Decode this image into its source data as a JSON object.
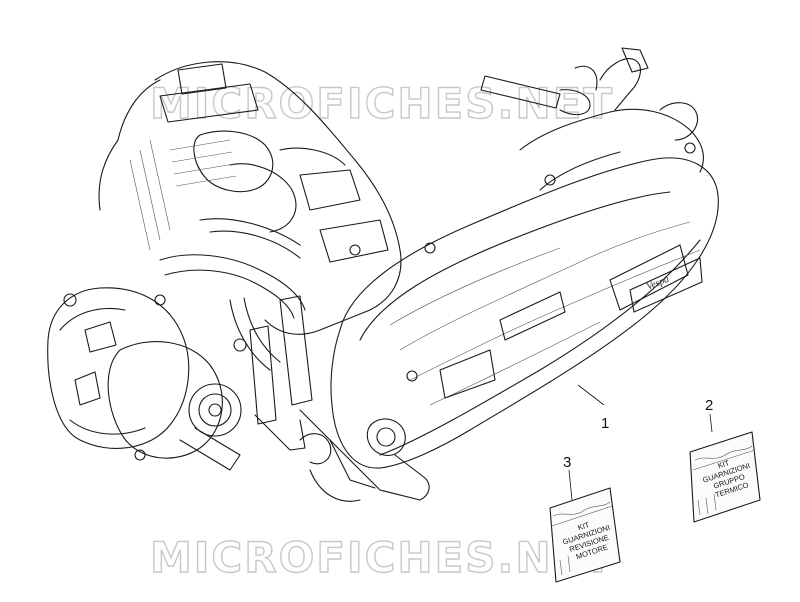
{
  "watermark": {
    "text": "MICROFICHES.NET",
    "color": "#c8c8c8"
  },
  "callouts": [
    {
      "number": "1",
      "part": "engine"
    },
    {
      "number": "2",
      "part": "kit-guarnizioni-gruppo-termico"
    },
    {
      "number": "3",
      "part": "kit-guarnizioni-revisione-motore"
    }
  ],
  "bags": {
    "thermal_group_kit": [
      "KIT",
      "GUARNIZIONI",
      "GRUPPO",
      "TERMICO"
    ],
    "engine_overhaul_kit": [
      "KIT",
      "GUARNIZIONI",
      "REVISIONE",
      "MOTORE"
    ]
  },
  "engine_badge": {
    "text": "Vespa"
  }
}
